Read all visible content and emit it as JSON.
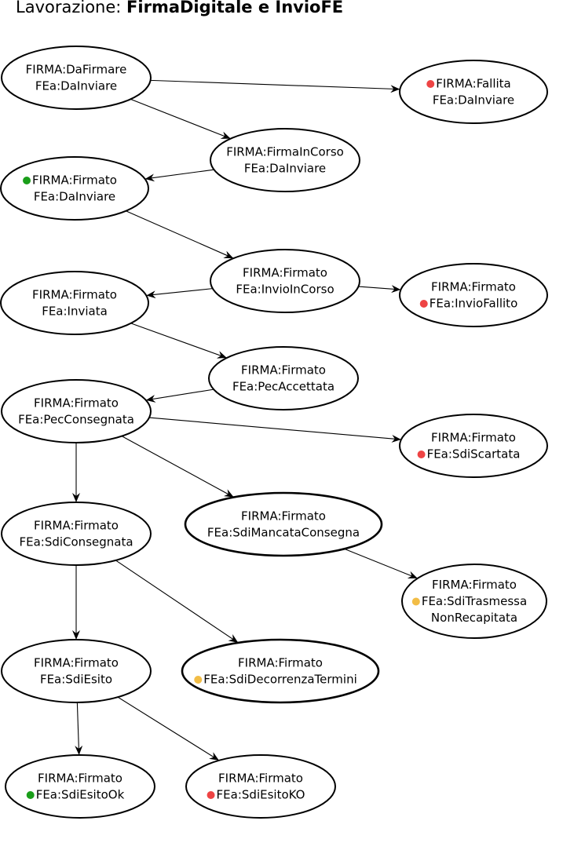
{
  "title": {
    "prefix": "Lavorazione: ",
    "name": "FirmaDigitale e InvioFE"
  },
  "colors": {
    "green": "#1a9e1a",
    "red": "#ee4444",
    "yellow": "#f2bd46",
    "stroke": "#000000"
  },
  "nodes": [
    {
      "id": "n1",
      "lines": [
        "FIRMA:DaFirmare",
        "FEa:DaInviare"
      ]
    },
    {
      "id": "n2",
      "lines": [
        "FIRMA:Fallita",
        "FEa:DaInviare"
      ],
      "marker": {
        "line": 0,
        "color": "red"
      }
    },
    {
      "id": "n3",
      "lines": [
        "FIRMA:FirmaInCorso",
        "FEa:DaInviare"
      ]
    },
    {
      "id": "n4",
      "lines": [
        "FIRMA:Firmato",
        "FEa:DaInviare"
      ],
      "marker": {
        "line": 0,
        "color": "green"
      }
    },
    {
      "id": "n5",
      "lines": [
        "FIRMA:Firmato",
        "FEa:InvioInCorso"
      ]
    },
    {
      "id": "n6",
      "lines": [
        "FIRMA:Firmato",
        "FEa:InvioFallito"
      ],
      "marker": {
        "line": 1,
        "color": "red"
      }
    },
    {
      "id": "n7",
      "lines": [
        "FIRMA:Firmato",
        "FEa:Inviata"
      ]
    },
    {
      "id": "n8",
      "lines": [
        "FIRMA:Firmato",
        "FEa:PecAccettata"
      ]
    },
    {
      "id": "n9",
      "lines": [
        "FIRMA:Firmato",
        "FEa:PecConsegnata"
      ]
    },
    {
      "id": "n10",
      "lines": [
        "FIRMA:Firmato",
        "FEa:SdiScartata"
      ],
      "marker": {
        "line": 1,
        "color": "red"
      }
    },
    {
      "id": "n11",
      "lines": [
        "FIRMA:Firmato",
        "FEa:SdiConsegnata"
      ]
    },
    {
      "id": "n12",
      "lines": [
        "FIRMA:Firmato",
        "FEa:SdiMancataConsegna"
      ]
    },
    {
      "id": "n13",
      "lines": [
        "FIRMA:Firmato",
        "FEa:SdiTrasmessa",
        "NonRecapitata"
      ],
      "marker": {
        "line": 1,
        "color": "yellow"
      }
    },
    {
      "id": "n14",
      "lines": [
        "FIRMA:Firmato",
        "FEa:SdiEsito"
      ]
    },
    {
      "id": "n15",
      "lines": [
        "FIRMA:Firmato",
        "FEa:SdiDecorrenzaTermini"
      ],
      "marker": {
        "line": 1,
        "color": "yellow"
      }
    },
    {
      "id": "n16",
      "lines": [
        "FIRMA:Firmato",
        "FEa:SdiEsitoOk"
      ],
      "marker": {
        "line": 1,
        "color": "green"
      }
    },
    {
      "id": "n17",
      "lines": [
        "FIRMA:Firmato",
        "FEa:SdiEsitoKO"
      ],
      "marker": {
        "line": 1,
        "color": "red"
      }
    }
  ],
  "edges": [
    [
      "n1",
      "n2"
    ],
    [
      "n1",
      "n3"
    ],
    [
      "n3",
      "n4"
    ],
    [
      "n4",
      "n5"
    ],
    [
      "n5",
      "n7"
    ],
    [
      "n5",
      "n6"
    ],
    [
      "n7",
      "n8"
    ],
    [
      "n8",
      "n9"
    ],
    [
      "n9",
      "n10"
    ],
    [
      "n9",
      "n11"
    ],
    [
      "n9",
      "n12"
    ],
    [
      "n12",
      "n13"
    ],
    [
      "n11",
      "n14"
    ],
    [
      "n11",
      "n15"
    ],
    [
      "n14",
      "n16"
    ],
    [
      "n14",
      "n17"
    ]
  ]
}
